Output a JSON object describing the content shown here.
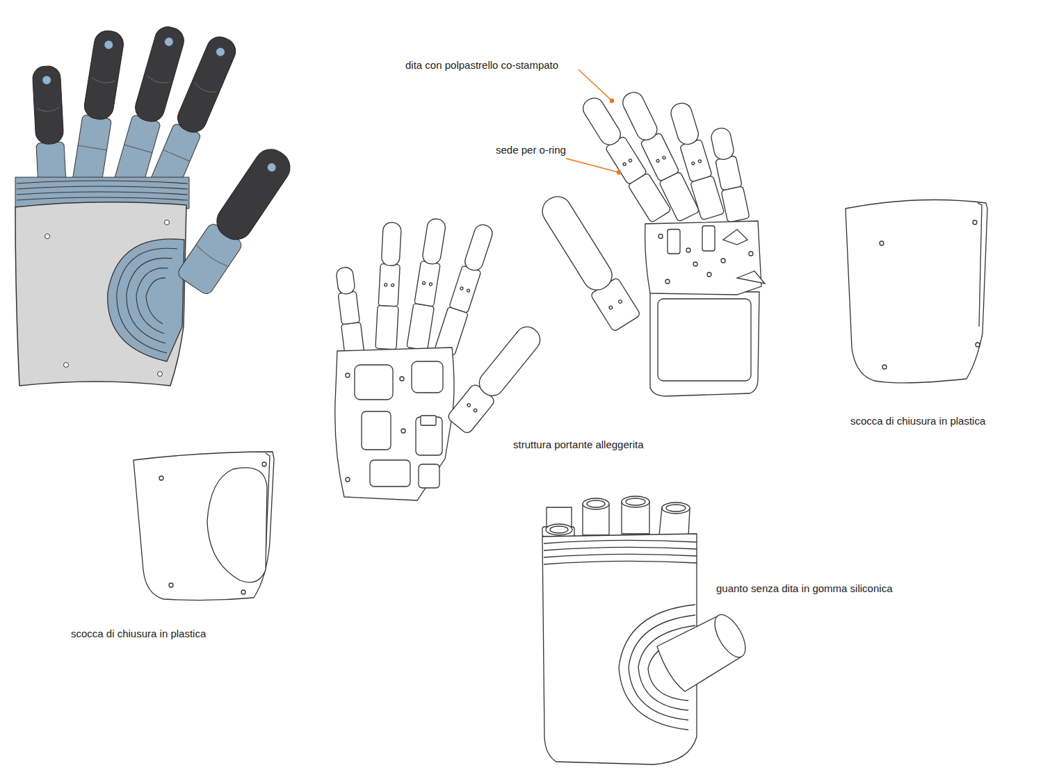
{
  "diagram": {
    "labels": [
      "dita con polpastrello co-stampato",
      "sede per o-ring",
      "scocca di chiusura in plastica",
      "struttura portante alleggerita",
      "scocca di chiusura in plastica",
      "guanto senza dita in gomma siliconica"
    ]
  }
}
